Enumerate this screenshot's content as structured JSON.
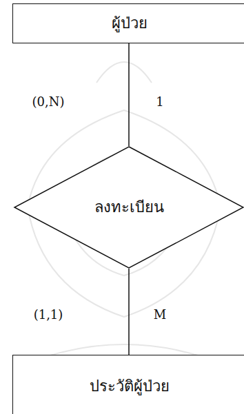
{
  "diagram": {
    "nodes": [
      {
        "text": [
          "ผู้ป่วย"
        ]
      },
      {
        "text": [
          "ลงทะเบียน"
        ]
      },
      {
        "text": [
          "ประวัติผู้ป่วย"
        ]
      }
    ],
    "edges": [
      {
        "from": 0,
        "to": 1,
        "arrow": "none"
      },
      {
        "from": 1,
        "to": 2,
        "arrow": "none"
      }
    ],
    "labels": [
      "(0,N)",
      "1",
      "(1,1)",
      "M"
    ]
  }
}
